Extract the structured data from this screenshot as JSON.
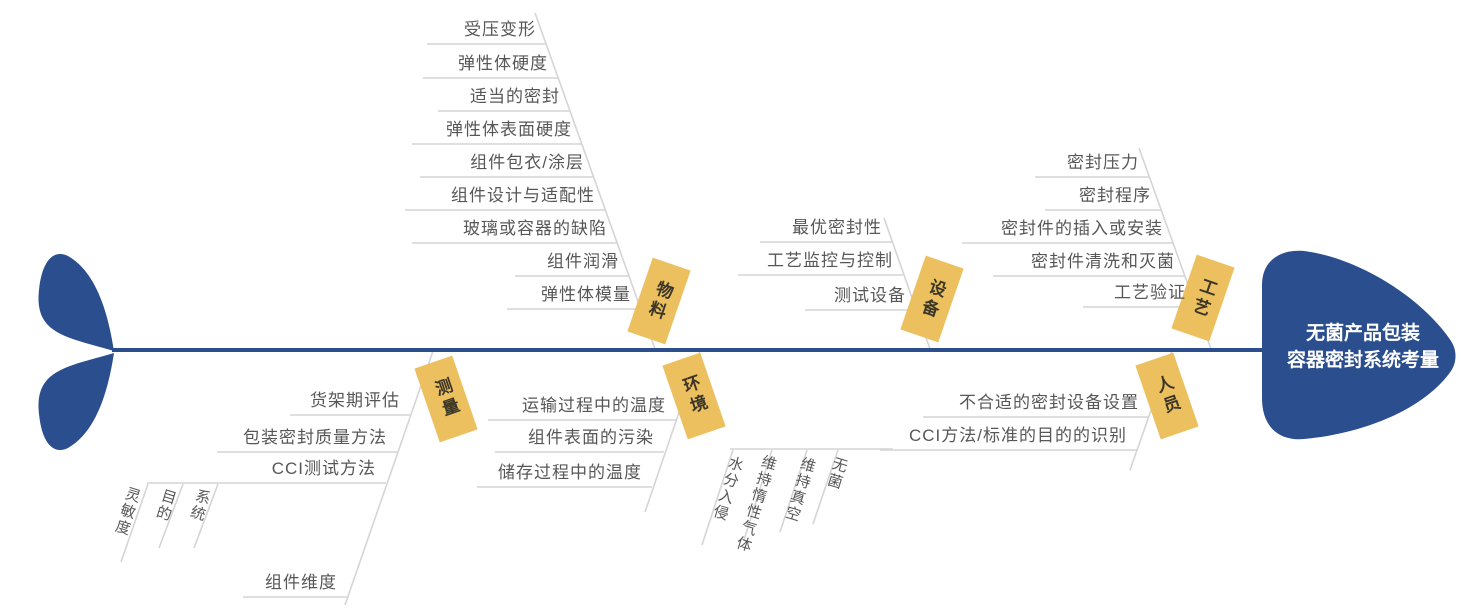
{
  "head": {
    "title_line1": "无菌产品包装",
    "title_line2": "容器密封系统考量"
  },
  "branches": [
    {
      "label": "物料",
      "side": "top",
      "items": [
        "受压变形",
        "弹性体硬度",
        "适当的密封",
        "弹性体表面硬度",
        "组件包衣/涂层",
        "组件设计与适配性",
        "玻璃或容器的缺陷",
        "组件润滑",
        "弹性体模量"
      ]
    },
    {
      "label": "设备",
      "side": "top",
      "items": [
        "最优密封性",
        "工艺监控与控制",
        "测试设备"
      ]
    },
    {
      "label": "工艺",
      "side": "top",
      "items": [
        "密封压力",
        "密封程序",
        "密封件的插入或安装",
        "密封件清洗和灭菌",
        "工艺验证"
      ]
    },
    {
      "label": "测量",
      "side": "bottom",
      "items": [
        "货架期评估",
        "包装密封质量方法",
        "CCI测试方法",
        "组件维度"
      ],
      "sub_items": [
        "灵敏度",
        "目的",
        "系统"
      ]
    },
    {
      "label": "环境",
      "side": "bottom",
      "items": [
        "运输过程中的温度",
        "组件表面的污染",
        "储存过程中的温度"
      ],
      "sub_items": [
        "水分入侵",
        "维持惰性气体",
        "维持真空",
        "无菌"
      ]
    },
    {
      "label": "人员",
      "side": "bottom",
      "items": [
        "不合适的密封设备设置",
        "CCI方法/标准的目的的识别"
      ]
    }
  ],
  "colors": {
    "spine": "#2b4e8f",
    "category_box": "#ecc05e",
    "branch_lines": "#d6d4d4",
    "item_text": "#575757",
    "head_text": "#ffffff"
  }
}
